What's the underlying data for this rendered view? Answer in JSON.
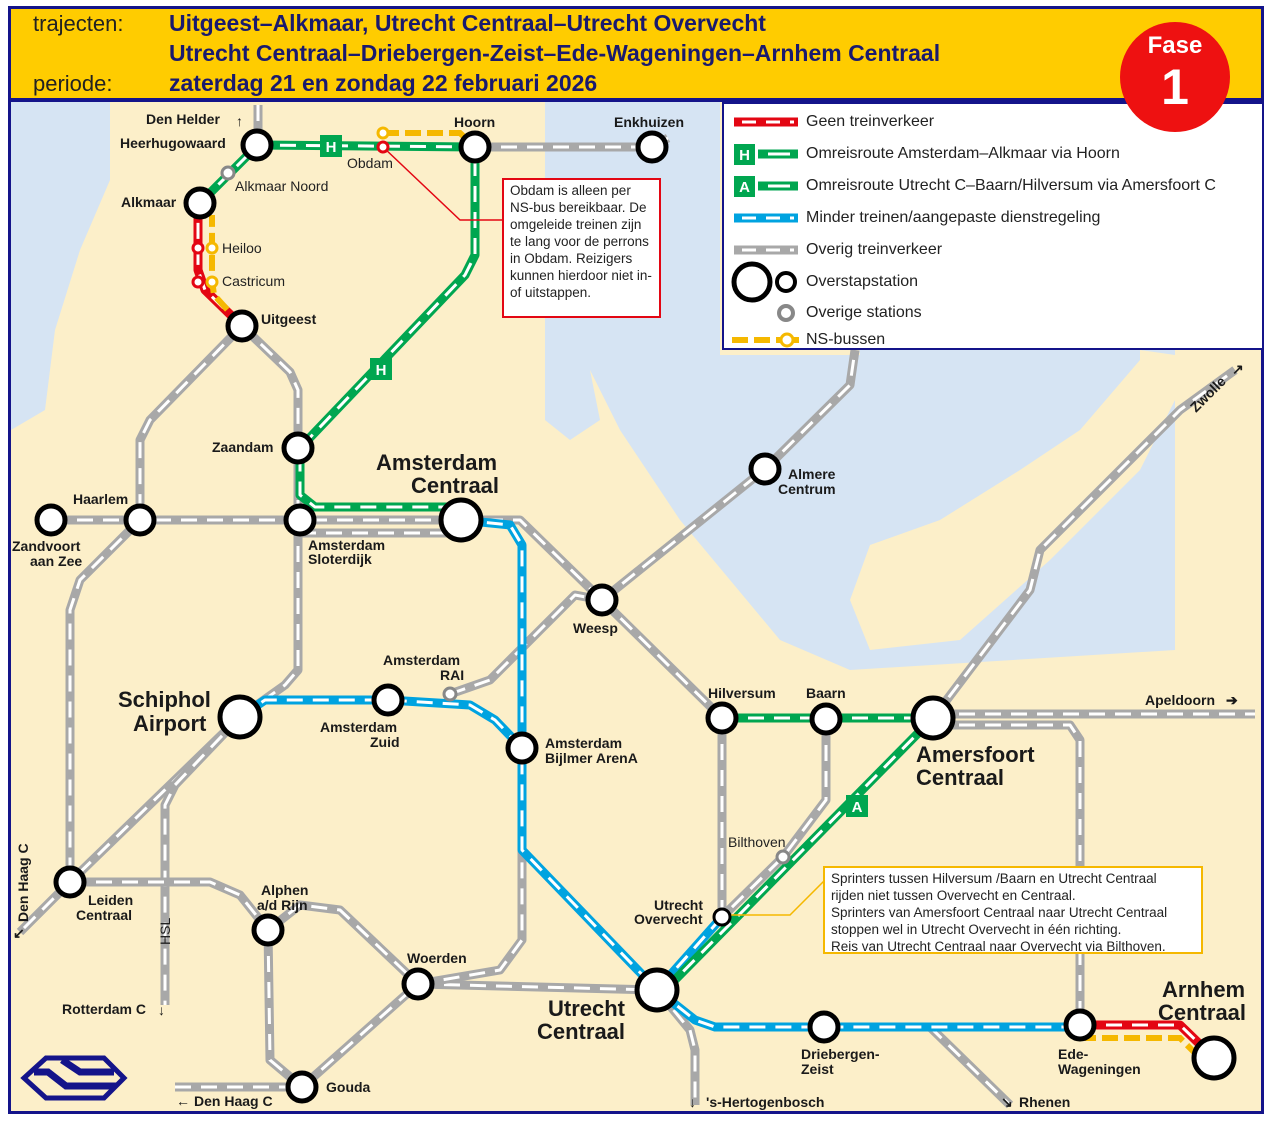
{
  "header": {
    "trajecten_label": "trajecten:",
    "trajecten_line1": "Uitgeest–Alkmaar, Utrecht Centraal–Utrecht Overvecht",
    "trajecten_line2": "Utrecht Centraal–Driebergen-Zeist–Ede-Wageningen–Arnhem Centraal",
    "periode_label": "periode:",
    "periode_value": "zaterdag 21 en zondag 22 februari 2026",
    "fase_label": "Fase",
    "fase_number": "1"
  },
  "legend": {
    "items": [
      {
        "label": "Geen treinverkeer",
        "color": "#e30613"
      },
      {
        "label": "Omreisroute Amsterdam–Alkmaar via Hoorn",
        "badge": "H",
        "color": "#00a650"
      },
      {
        "label": "Omreisroute Utrecht C–Baarn/Hilversum via Amersfoort C",
        "badge": "A",
        "color": "#00a650"
      },
      {
        "label": "Minder treinen/aangepaste dienstregeling",
        "color": "#00a3e0"
      },
      {
        "label": "Overig treinverkeer",
        "color": "#a8a8a8"
      },
      {
        "label": "Overstapstation"
      },
      {
        "label": "Overige stations"
      },
      {
        "label": "NS-bussen",
        "color": "#f5b800"
      }
    ]
  },
  "notes": {
    "obdam": "Obdam is alleen per NS-bus bereikbaar. De omgeleide treinen zijn te lang voor de perrons in Obdam. Reizigers kunnen hierdoor niet in- of uitstappen.",
    "overvecht": [
      "Sprinters tussen Hilversum /Baarn en Utrecht Centraal",
      "rijden niet tussen Overvecht en Centraal.",
      "Sprinters van Amersfoort Centraal naar Utrecht Centraal",
      "stoppen wel in Utrecht Overvecht in één richting.",
      "Reis van Utrecht Centraal naar Overvecht via Bilthoven."
    ]
  },
  "badges": {
    "h": "H",
    "a": "A"
  },
  "stations": {
    "den_helder": "Den Helder",
    "heerhugowaard": "Heerhugowaard",
    "obdam": "Obdam",
    "hoorn": "Hoorn",
    "enkhuizen": "Enkhuizen",
    "alkmaar_noord": "Alkmaar Noord",
    "alkmaar": "Alkmaar",
    "heiloo": "Heiloo",
    "castricum": "Castricum",
    "uitgeest": "Uitgeest",
    "zaandam": "Zaandam",
    "haarlem": "Haarlem",
    "zandvoort_1": "Zandvoort",
    "zandvoort_2": "aan Zee",
    "amsterdam_c_1": "Amsterdam",
    "amsterdam_c_2": "Centraal",
    "sloterdijk_1": "Amsterdam",
    "sloterdijk_2": "Sloterdijk",
    "almere_1": "Almere",
    "almere_2": "Centrum",
    "weesp": "Weesp",
    "rai_1": "Amsterdam",
    "rai_2": "RAI",
    "schiphol_1": "Schiphol",
    "schiphol_2": "Airport",
    "zuid_1": "Amsterdam",
    "zuid_2": "Zuid",
    "bijlmer_1": "Amsterdam",
    "bijlmer_2": "Bijlmer ArenA",
    "hilversum": "Hilversum",
    "baarn": "Baarn",
    "amersfoort_1": "Amersfoort",
    "amersfoort_2": "Centraal",
    "apeldoorn": "Apeldoorn",
    "zwolle": "Zwolle",
    "bilthoven": "Bilthoven",
    "overvecht_1": "Utrecht",
    "overvecht_2": "Overvecht",
    "den_haag_c": "Den Haag C",
    "leiden_1": "Leiden",
    "leiden_2": "Centraal",
    "alphen_1": "Alphen",
    "alphen_2": "a/d Rijn",
    "hsl": "HSL",
    "woerden": "Woerden",
    "rotterdam": "Rotterdam C",
    "utrecht_1": "Utrecht",
    "utrecht_2": "Centraal",
    "driebergen_1": "Driebergen-",
    "driebergen_2": "Zeist",
    "ede_1": "Ede-",
    "ede_2": "Wageningen",
    "arnhem_1": "Arnhem",
    "arnhem_2": "Centraal",
    "gouda": "Gouda",
    "den_haag_c_2": "Den Haag C",
    "den_bosch": "'s-Hertogenbosch",
    "rhenen": "Rhenen"
  },
  "colors": {
    "red": "#e30613",
    "green": "#00a650",
    "blue": "#00a3e0",
    "grey": "#a8a8a8",
    "yellow": "#f5b800",
    "navy": "#14148a",
    "land": "#fcefc9",
    "water": "#d6e4f3"
  }
}
